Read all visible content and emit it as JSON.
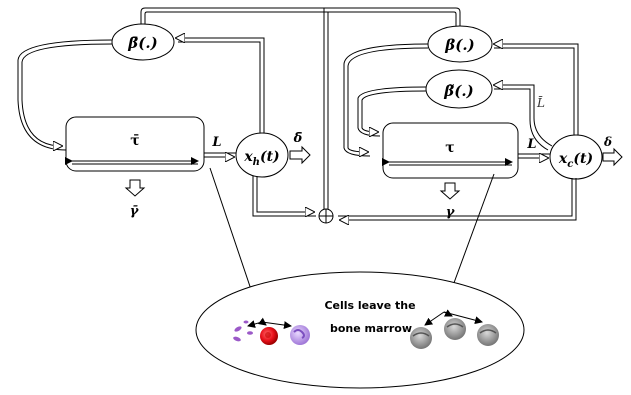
{
  "left_subsystem": {
    "feedback_label": "β̄(.)",
    "compartment_label": "τ̄",
    "loss_label": "γ̄",
    "transition_label": "L",
    "state_label": "x",
    "state_sub": "h",
    "state_arg": "(t)",
    "death_label": "δ̄"
  },
  "right_subsystem": {
    "feedback_label": "β(.)",
    "feedback2_label": "β̃(.)",
    "compartment_label": "τ",
    "loss_label": "γ",
    "transition_label": "L",
    "transition2_label": "L̄",
    "state_label": "x",
    "state_sub": "c",
    "state_arg": "(t)",
    "death_label": "δ"
  },
  "marrow": {
    "line1": "Cells leave the",
    "line2": "bone marrow"
  },
  "colors": {
    "red_cell": "#e8101a",
    "platelet": "#9b59c8",
    "granulocyte": "#b98ee8",
    "tumor_cell": "#8a8a8a"
  }
}
